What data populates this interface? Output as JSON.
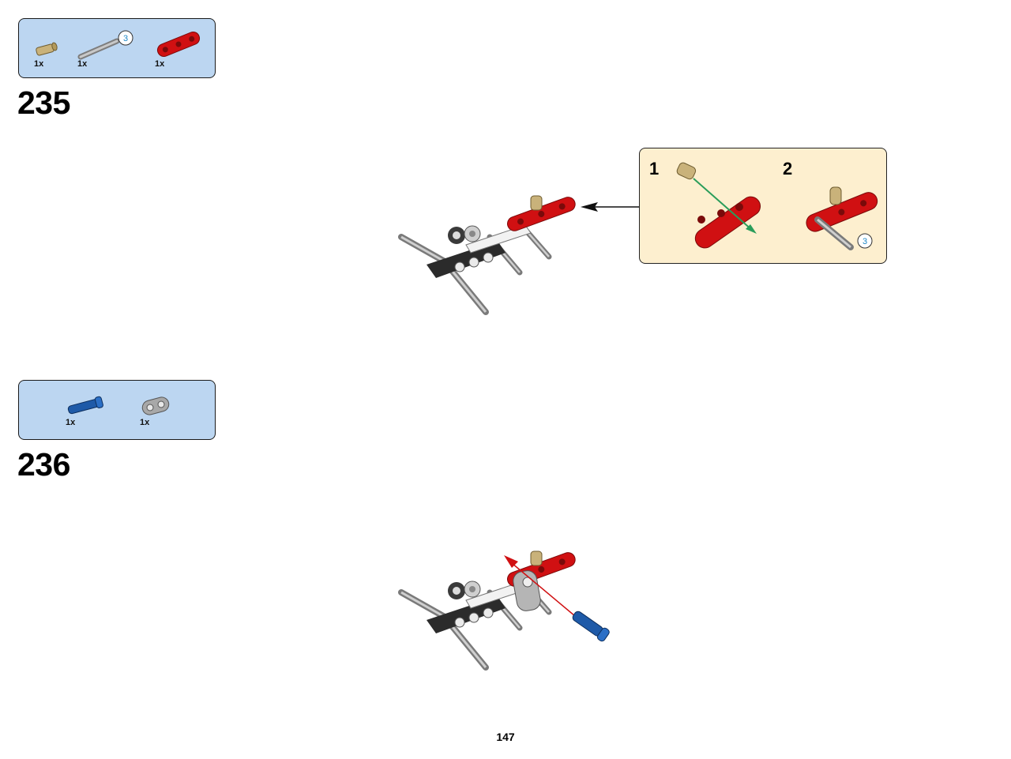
{
  "steps": [
    {
      "number": "235",
      "parts": [
        {
          "name": "tan-pin",
          "qty": "1x"
        },
        {
          "name": "grey-axle-3",
          "qty": "1x",
          "length_label": "3"
        },
        {
          "name": "red-beam-3",
          "qty": "1x"
        }
      ],
      "callout": {
        "substeps": [
          "1",
          "2"
        ],
        "length_label": "3"
      }
    },
    {
      "number": "236",
      "parts": [
        {
          "name": "blue-pin",
          "qty": "1x"
        },
        {
          "name": "grey-connector",
          "qty": "1x"
        }
      ]
    }
  ],
  "page_number": "147",
  "colors": {
    "parts_bg": "#bcd6f1",
    "callout_bg": "#fdefcf",
    "red": "#d01012",
    "tan": "#c9b27a",
    "blue": "#1e5aa8",
    "dark": "#2b2b2b"
  }
}
